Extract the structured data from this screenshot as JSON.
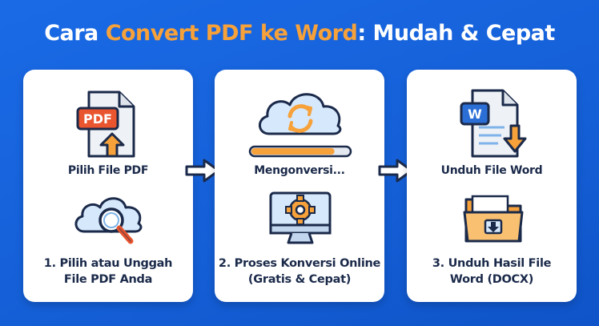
{
  "title": {
    "prefix": "Cara ",
    "highlight": "Convert PDF ke Word",
    "suffix": ": Mudah & Cepat"
  },
  "colors": {
    "background": "#1565d8",
    "accent": "#f6a13a",
    "text": "#1b2a4a"
  },
  "cards": [
    {
      "top_label": "Pilih File PDF",
      "step_line1": "1. Pilih atau Unggah",
      "step_line2": "File PDF Anda",
      "icons": [
        "pdf-file-upload-icon",
        "cloud-search-icon"
      ],
      "pdf_badge": "PDF"
    },
    {
      "top_label": "Mengonversi...",
      "step_line1": "2. Proses Konversi Online",
      "step_line2": "(Gratis & Cepat)",
      "icons": [
        "cloud-sync-icon",
        "monitor-gear-icon"
      ],
      "progress": 0.85
    },
    {
      "top_label": "Unduh File Word",
      "step_line1": "3. Unduh Hasil File",
      "step_line2": "Word (DOCX)",
      "icons": [
        "word-file-download-icon",
        "folder-download-icon"
      ],
      "word_badge": "W"
    }
  ],
  "arrows": [
    "right-arrow-icon",
    "right-arrow-icon"
  ]
}
